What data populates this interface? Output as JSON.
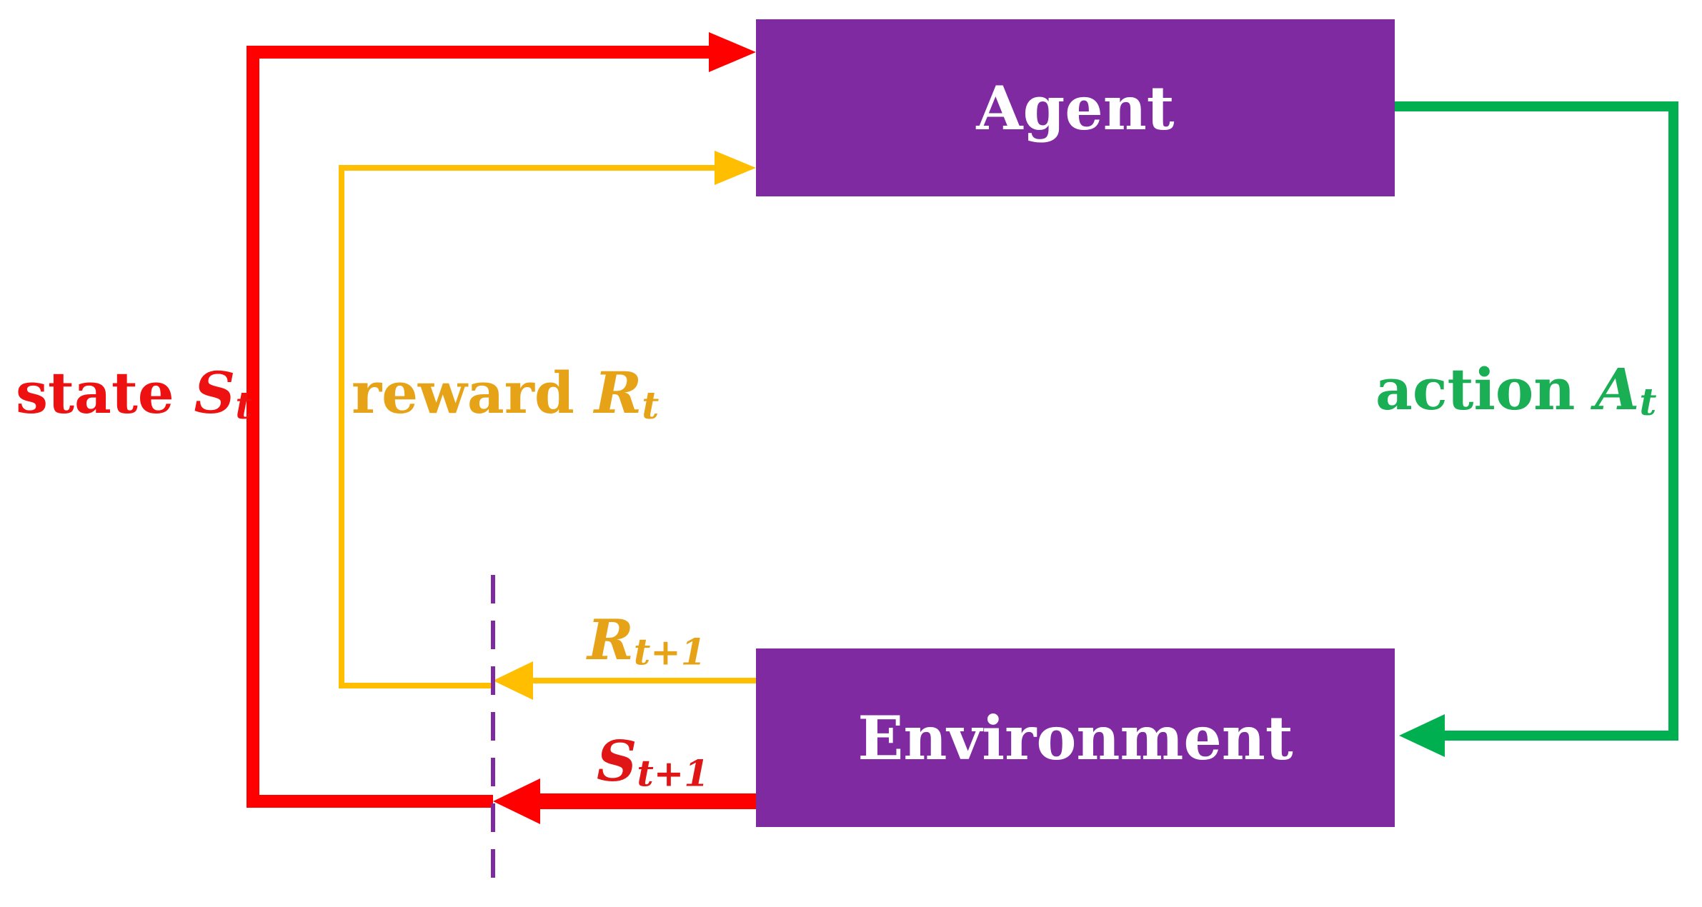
{
  "agent": {
    "label": "Agent"
  },
  "environment": {
    "label": "Environment"
  },
  "state": {
    "word": "state",
    "symbol": "S",
    "subscript": "t"
  },
  "reward": {
    "word": "reward",
    "symbol": "R",
    "subscript": "t"
  },
  "action": {
    "word": "action",
    "symbol": "A",
    "subscript": "t"
  },
  "next_reward": {
    "symbol": "R",
    "subscript": "t+1"
  },
  "next_state": {
    "symbol": "S",
    "subscript": "t+1"
  },
  "colors": {
    "box": "#7f2aa1",
    "box_text": "#ffffff",
    "state": "#ff0000",
    "reward": "#ffbf00",
    "action": "#00b050",
    "divider": "#7f2aa1"
  }
}
